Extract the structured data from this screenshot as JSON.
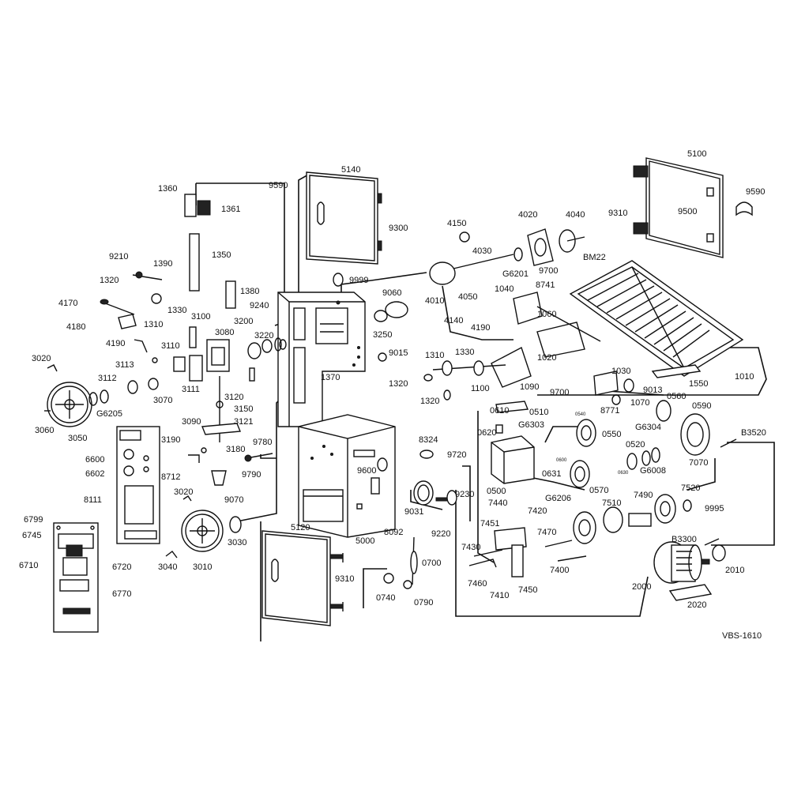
{
  "diagram": {
    "code": "VBS-1610",
    "part_numbers": [
      "5140",
      "9590",
      "9300",
      "1360",
      "1361",
      "1350",
      "9210",
      "1390",
      "1320",
      "1380",
      "4170",
      "1310",
      "1330",
      "4180",
      "4190",
      "3100",
      "3200",
      "3080",
      "3220",
      "9240",
      "3110",
      "3113",
      "3020",
      "3112",
      "3111",
      "3070",
      "3050",
      "G6205",
      "3060",
      "3120",
      "3150",
      "3121",
      "3090",
      "3180",
      "3190",
      "8712",
      "6600",
      "6602",
      "8111",
      "3020",
      "3040",
      "3010",
      "3030",
      "9070",
      "9780",
      "9790",
      "6799",
      "6745",
      "6710",
      "6720",
      "6770",
      "9999",
      "1370",
      "5000",
      "9600",
      "8092",
      "9031",
      "9230",
      "9220",
      "0700",
      "0740",
      "0790",
      "5120",
      "9310",
      "9060",
      "3250",
      "9015",
      "4150",
      "4030",
      "4020",
      "4040",
      "BM22",
      "4010",
      "4050",
      "4140",
      "4190",
      "G6201",
      "9700",
      "1040",
      "8741",
      "1060",
      "1020",
      "1030",
      "9013",
      "1550",
      "1010",
      "1310",
      "1330",
      "1320",
      "1100",
      "1090",
      "1320",
      "9700",
      "8771",
      "1070",
      "5100",
      "9310",
      "9500",
      "9590",
      "0610",
      "0510",
      "0620",
      "G6303",
      "0540",
      "0550",
      "G6304",
      "0560",
      "0590",
      "B3520",
      "7070",
      "0500",
      "0600",
      "8324",
      "9720",
      "0520",
      "0630",
      "G6008",
      "0631",
      "G6206",
      "0570",
      "7420",
      "7440",
      "7510",
      "7490",
      "7520",
      "9995",
      "7451",
      "7470",
      "7430",
      "7460",
      "7410",
      "7450",
      "7400",
      "B3300",
      "2000",
      "2010",
      "2020"
    ]
  }
}
